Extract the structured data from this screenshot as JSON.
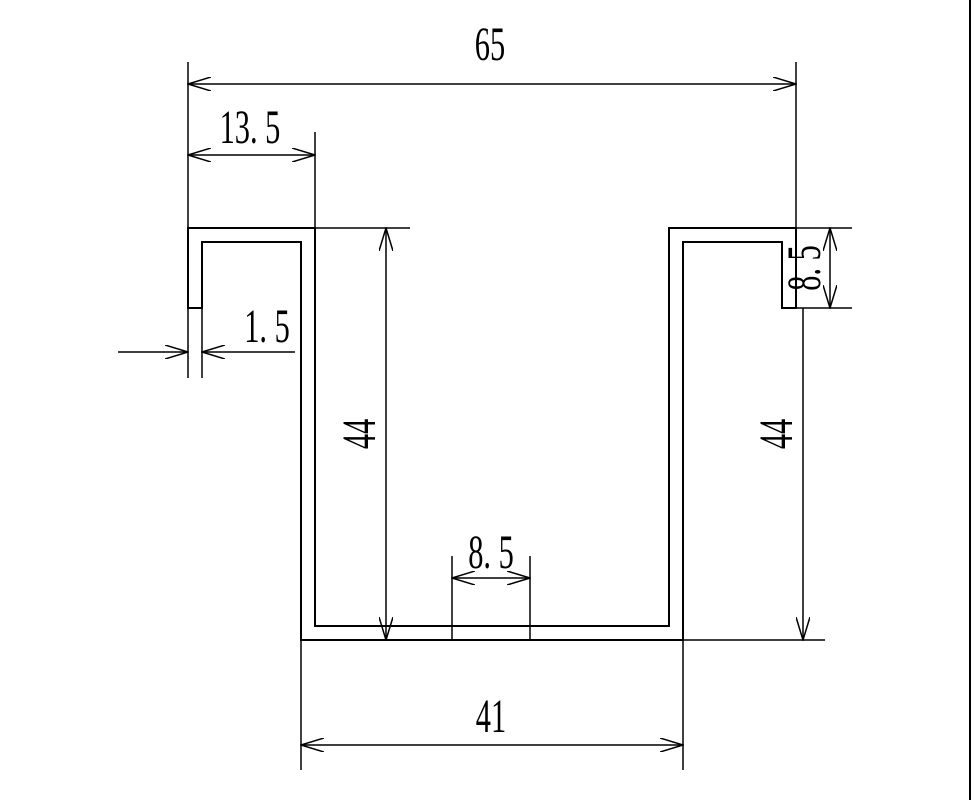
{
  "dimensions": {
    "overall_width": "65",
    "left_flange_width": "13. 5",
    "wall_thickness": "1. 5",
    "left_height": "44",
    "right_height": "44",
    "lip_height": "8. 5",
    "slot_width": "8. 5",
    "bottom_width": "41"
  }
}
